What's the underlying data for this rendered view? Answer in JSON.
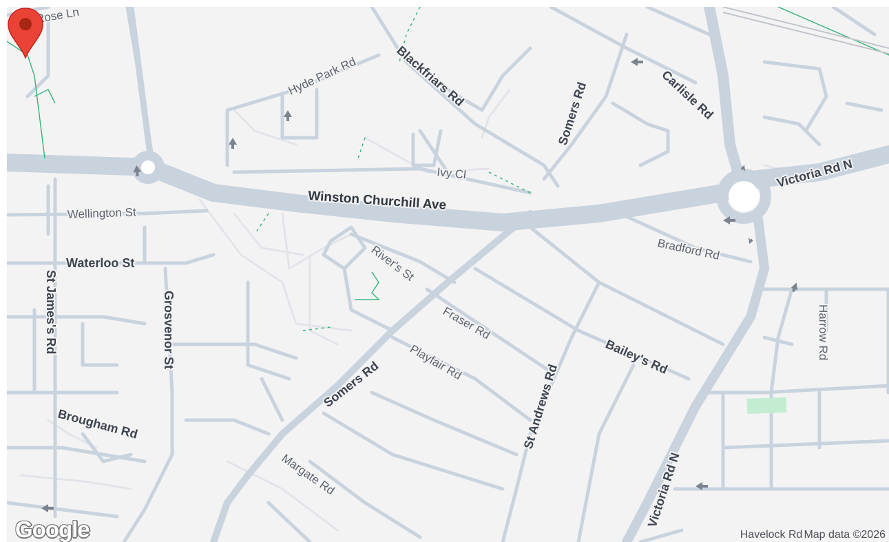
{
  "map": {
    "marker": {
      "type": "red-location-pin",
      "color": "#ea4335"
    },
    "labels": {
      "winston_churchill_ave": "Winston Churchill Ave",
      "victoria_rd_n_top": "Victoria Rd N",
      "victoria_rd_n_bottom": "Victoria Rd N",
      "somers_rd_top": "Somers Rd",
      "somers_rd_bottom": "Somers Rd",
      "blackfriars_rd": "Blackfriars Rd",
      "hyde_park_rd": "Hyde Park Rd",
      "alec_rose_ln": "Alec Rose Ln",
      "carlisle_rd": "Carlisle Rd",
      "ivy_cl": "Ivy Cl",
      "wellington_st": "Wellington St",
      "waterloo_st": "Waterloo St",
      "st_jamess_rd": "St James's Rd",
      "grosvenor_st": "Grosvenor St",
      "brougham_rd": "Brougham Rd",
      "rivers_st": "River's St",
      "fraser_rd": "Fraser Rd",
      "playfair_rd": "Playfair Rd",
      "st_andrews_rd": "St Andrews Rd",
      "baileys_rd": "Bailey's Rd",
      "bradford_rd": "Bradford Rd",
      "harrow_rd": "Harrow Rd",
      "margate_rd": "Margate Rd",
      "havelock_rd": "Havelock Rd"
    },
    "colors": {
      "background": "#f4f3f4",
      "major_road": "#c9d3de",
      "minor_road": "#e2e4e9",
      "park": "#c3ecd0",
      "rail_path": "#3bb77e"
    }
  },
  "branding": {
    "logo": "Google"
  },
  "attribution": {
    "text": "Map data ©2026"
  }
}
